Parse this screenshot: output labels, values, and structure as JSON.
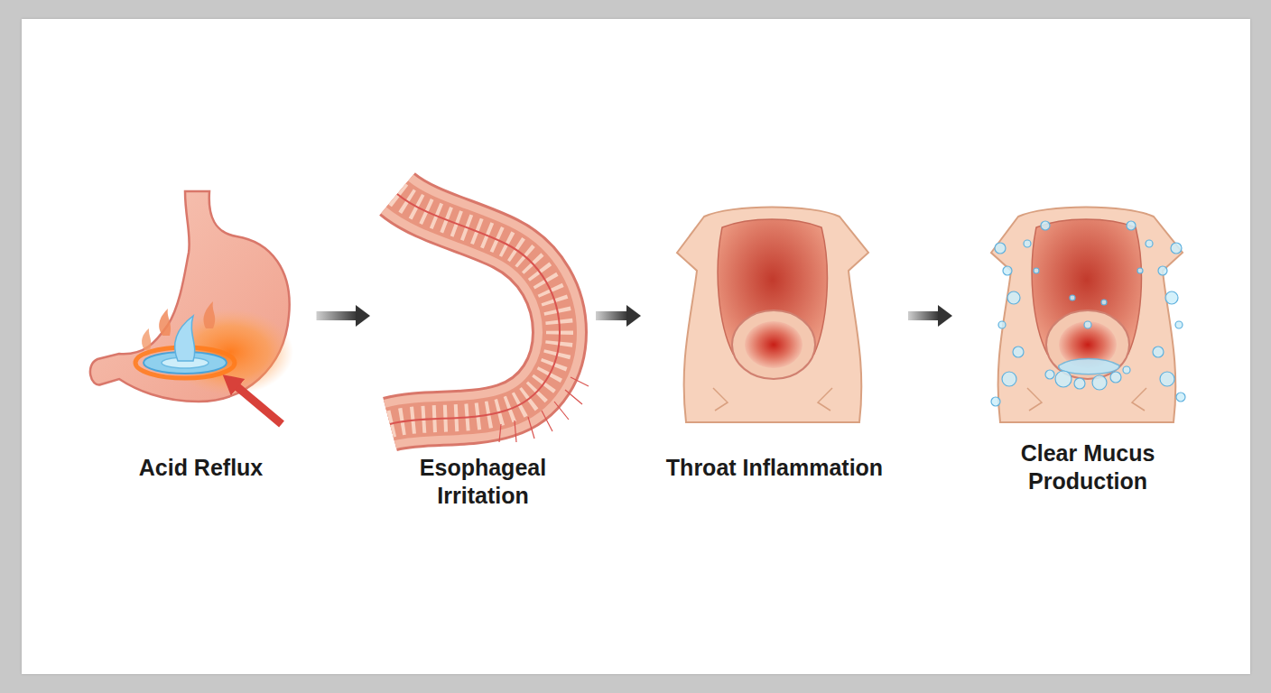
{
  "diagram": {
    "nodes": [
      {
        "text": [
          "Acid Reflux"
        ]
      },
      {
        "text": [
          "Esophageal Irritation"
        ]
      },
      {
        "text": [
          "Throat Inflammation"
        ]
      },
      {
        "text": [
          "Clear Mucus Production"
        ]
      }
    ],
    "edges": [
      {
        "from": 0,
        "to": 1,
        "arrow": "to"
      },
      {
        "from": 1,
        "to": 2,
        "arrow": "to"
      },
      {
        "from": 2,
        "to": 3,
        "arrow": "to"
      }
    ]
  }
}
